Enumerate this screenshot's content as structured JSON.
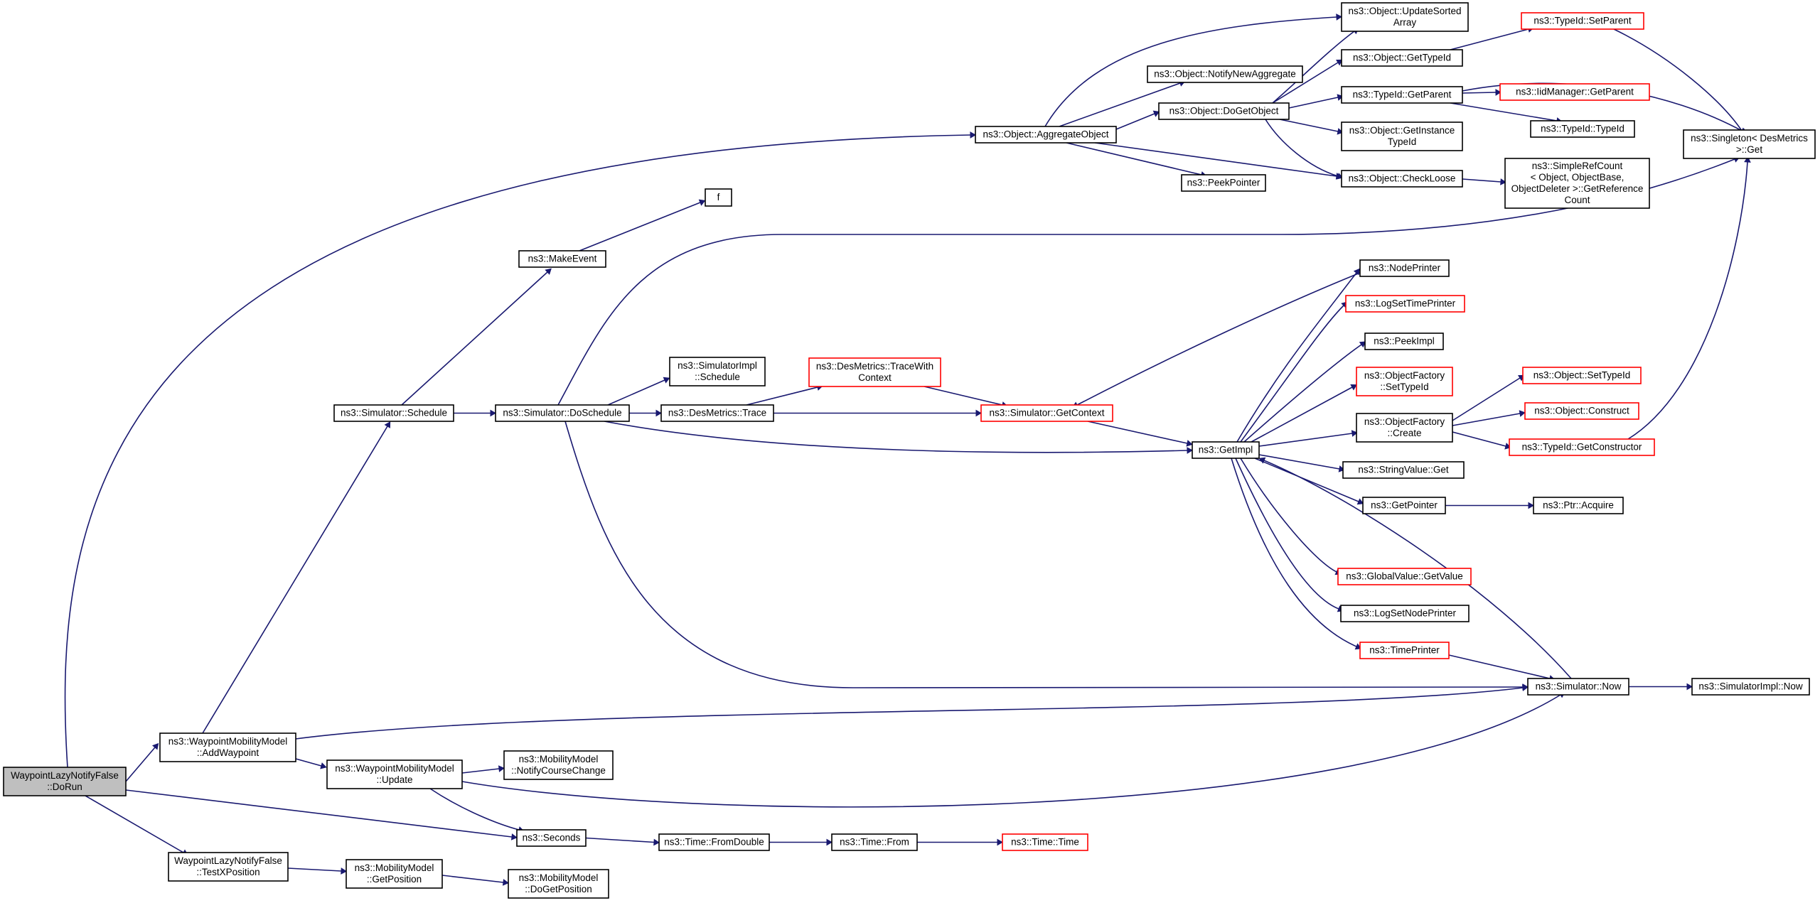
{
  "graph": {
    "colors": {
      "edge": "#191970",
      "node_border": "#000000",
      "incomplete_border": "#ff0000",
      "root_fill": "#bfbfbf"
    },
    "nodes": [
      {
        "id": "n_dorun",
        "lines": [
          "WaypointLazyNotifyFalse",
          "::DoRun"
        ],
        "kind": "root"
      },
      {
        "id": "n_aggregate",
        "lines": [
          "ns3::Object::AggregateObject"
        ]
      },
      {
        "id": "n_addwaypoint",
        "lines": [
          "ns3::WaypointMobilityModel",
          "::AddWaypoint"
        ]
      },
      {
        "id": "n_wmm_update",
        "lines": [
          "ns3::WaypointMobilityModel",
          "::Update"
        ]
      },
      {
        "id": "n_seconds",
        "lines": [
          "ns3::Seconds"
        ]
      },
      {
        "id": "n_testx",
        "lines": [
          "WaypointLazyNotifyFalse",
          "::TestXPosition"
        ]
      },
      {
        "id": "n_updatesorted",
        "lines": [
          "ns3::Object::UpdateSorted",
          "Array"
        ]
      },
      {
        "id": "n_notifynewagg",
        "lines": [
          "ns3::Object::NotifyNewAggregate"
        ]
      },
      {
        "id": "n_dogetobject",
        "lines": [
          "ns3::Object::DoGetObject"
        ]
      },
      {
        "id": "n_peekpointer",
        "lines": [
          "ns3::PeekPointer"
        ]
      },
      {
        "id": "n_checkloose",
        "lines": [
          "ns3::Object::CheckLoose"
        ]
      },
      {
        "id": "n_obj_gettypeid",
        "lines": [
          "ns3::Object::GetTypeId"
        ]
      },
      {
        "id": "n_typeid_getparent",
        "lines": [
          "ns3::TypeId::GetParent"
        ]
      },
      {
        "id": "n_getinstancetypeid",
        "lines": [
          "ns3::Object::GetInstance",
          "TypeId"
        ]
      },
      {
        "id": "n_typeid_setparent",
        "lines": [
          "ns3::TypeId::SetParent"
        ],
        "kind": "red"
      },
      {
        "id": "n_iidmanager",
        "lines": [
          "ns3::IidManager::GetParent"
        ],
        "kind": "red"
      },
      {
        "id": "n_typeid_typeid",
        "lines": [
          "ns3::TypeId::TypeId"
        ]
      },
      {
        "id": "n_simplerefcount",
        "lines": [
          "ns3::SimpleRefCount",
          "< Object, ObjectBase,",
          "ObjectDeleter >::GetReference",
          "Count"
        ]
      },
      {
        "id": "n_singleton",
        "lines": [
          "ns3::Singleton< DesMetrics",
          ">::Get"
        ]
      },
      {
        "id": "n_f",
        "lines": [
          "f"
        ]
      },
      {
        "id": "n_makeevent",
        "lines": [
          "ns3::MakeEvent"
        ]
      },
      {
        "id": "n_sim_schedule",
        "lines": [
          "ns3::Simulator::Schedule"
        ]
      },
      {
        "id": "n_sim_doschedule",
        "lines": [
          "ns3::Simulator::DoSchedule"
        ]
      },
      {
        "id": "n_simimpl_schedule",
        "lines": [
          "ns3::SimulatorImpl",
          "::Schedule"
        ]
      },
      {
        "id": "n_desmetrics_trace",
        "lines": [
          "ns3::DesMetrics::Trace"
        ]
      },
      {
        "id": "n_desmetrics_tracewc",
        "lines": [
          "ns3::DesMetrics::TraceWith",
          "Context"
        ],
        "kind": "red"
      },
      {
        "id": "n_getcontext",
        "lines": [
          "ns3::Simulator::GetContext"
        ],
        "kind": "red"
      },
      {
        "id": "n_getimpl",
        "lines": [
          "ns3::GetImpl"
        ]
      },
      {
        "id": "n_nodeprinter",
        "lines": [
          "ns3::NodePrinter"
        ]
      },
      {
        "id": "n_logsettimeprinter",
        "lines": [
          "ns3::LogSetTimePrinter"
        ],
        "kind": "red"
      },
      {
        "id": "n_peekimpl",
        "lines": [
          "ns3::PeekImpl"
        ]
      },
      {
        "id": "n_objfactory_settypeid",
        "lines": [
          "ns3::ObjectFactory",
          "::SetTypeId"
        ],
        "kind": "red"
      },
      {
        "id": "n_objfactory_create",
        "lines": [
          "ns3::ObjectFactory",
          "::Create"
        ]
      },
      {
        "id": "n_stringvalue_get",
        "lines": [
          "ns3::StringValue::Get"
        ]
      },
      {
        "id": "n_getpointer",
        "lines": [
          "ns3::GetPointer"
        ]
      },
      {
        "id": "n_globalvalue",
        "lines": [
          "ns3::GlobalValue::GetValue"
        ],
        "kind": "red"
      },
      {
        "id": "n_logsetnodeprinter",
        "lines": [
          "ns3::LogSetNodePrinter"
        ]
      },
      {
        "id": "n_timeprinter",
        "lines": [
          "ns3::TimePrinter"
        ],
        "kind": "red"
      },
      {
        "id": "n_obj_settypeid",
        "lines": [
          "ns3::Object::SetTypeId"
        ],
        "kind": "red"
      },
      {
        "id": "n_obj_construct",
        "lines": [
          "ns3::Object::Construct"
        ],
        "kind": "red"
      },
      {
        "id": "n_typeid_getconstructor",
        "lines": [
          "ns3::TypeId::GetConstructor"
        ],
        "kind": "red"
      },
      {
        "id": "n_ptr_acquire",
        "lines": [
          "ns3::Ptr::Acquire"
        ]
      },
      {
        "id": "n_sim_now",
        "lines": [
          "ns3::Simulator::Now"
        ]
      },
      {
        "id": "n_simimpl_now",
        "lines": [
          "ns3::SimulatorImpl::Now"
        ]
      },
      {
        "id": "n_notifycoursechange",
        "lines": [
          "ns3::MobilityModel",
          "::NotifyCourseChange"
        ]
      },
      {
        "id": "n_time_fromdouble",
        "lines": [
          "ns3::Time::FromDouble"
        ]
      },
      {
        "id": "n_time_from",
        "lines": [
          "ns3::Time::From"
        ]
      },
      {
        "id": "n_time_time",
        "lines": [
          "ns3::Time::Time"
        ],
        "kind": "red"
      },
      {
        "id": "n_mm_getposition",
        "lines": [
          "ns3::MobilityModel",
          "::GetPosition"
        ]
      },
      {
        "id": "n_mm_dogetposition",
        "lines": [
          "ns3::MobilityModel",
          "::DoGetPosition"
        ]
      }
    ]
  }
}
